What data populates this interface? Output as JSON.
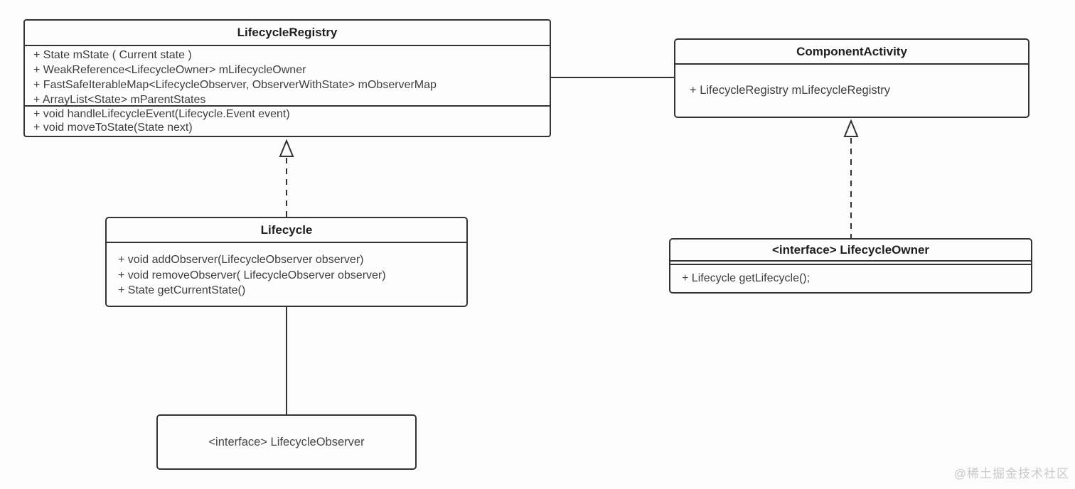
{
  "classes": {
    "lifecycleRegistry": {
      "title": "LifecycleRegistry",
      "attributes": [
        "+ State mState ( Current state )",
        "+ WeakReference<LifecycleOwner> mLifecycleOwner",
        "+ FastSafeIterableMap<LifecycleObserver, ObserverWithState> mObserverMap",
        "+ ArrayList<State> mParentStates"
      ],
      "methods": [
        "+ void handleLifecycleEvent(Lifecycle.Event event)",
        "+ void moveToState(State next)"
      ]
    },
    "componentActivity": {
      "title": "ComponentActivity",
      "attributes": [
        "+ LifecycleRegistry mLifecycleRegistry"
      ]
    },
    "lifecycle": {
      "title": "Lifecycle",
      "methods": [
        "+ void addObserver(LifecycleObserver observer)",
        "+ void removeObserver( LifecycleObserver observer)",
        "+ State getCurrentState()"
      ]
    },
    "lifecycleOwner": {
      "title": "<interface> LifecycleOwner",
      "methods": [
        "+ Lifecycle getLifecycle();"
      ]
    },
    "lifecycleObserver": {
      "title": "<interface> LifecycleObserver"
    }
  },
  "relations": [
    {
      "from": "LifecycleRegistry",
      "to": "ComponentActivity",
      "type": "association",
      "line": "solid",
      "arrowhead": "none"
    },
    {
      "from": "Lifecycle",
      "to": "LifecycleRegistry",
      "type": "generalization",
      "line": "dashed",
      "arrowhead": "hollow-triangle-up-at-LifecycleRegistry"
    },
    {
      "from": "LifecycleOwner",
      "to": "ComponentActivity",
      "type": "realization",
      "line": "dashed",
      "arrowhead": "hollow-triangle-up-at-ComponentActivity"
    },
    {
      "from": "Lifecycle",
      "to": "LifecycleObserver",
      "type": "association",
      "line": "solid",
      "arrowhead": "none"
    }
  ],
  "colors": {
    "border": "#333333",
    "title_text": "#1e1e1e",
    "body_text": "#3e3e3e",
    "box_fill": "#fdfdfd",
    "page_background": "#fcfcfc",
    "watermark": "#c9c9c9"
  },
  "watermark": {
    "text": "@稀土掘金技术社区"
  }
}
